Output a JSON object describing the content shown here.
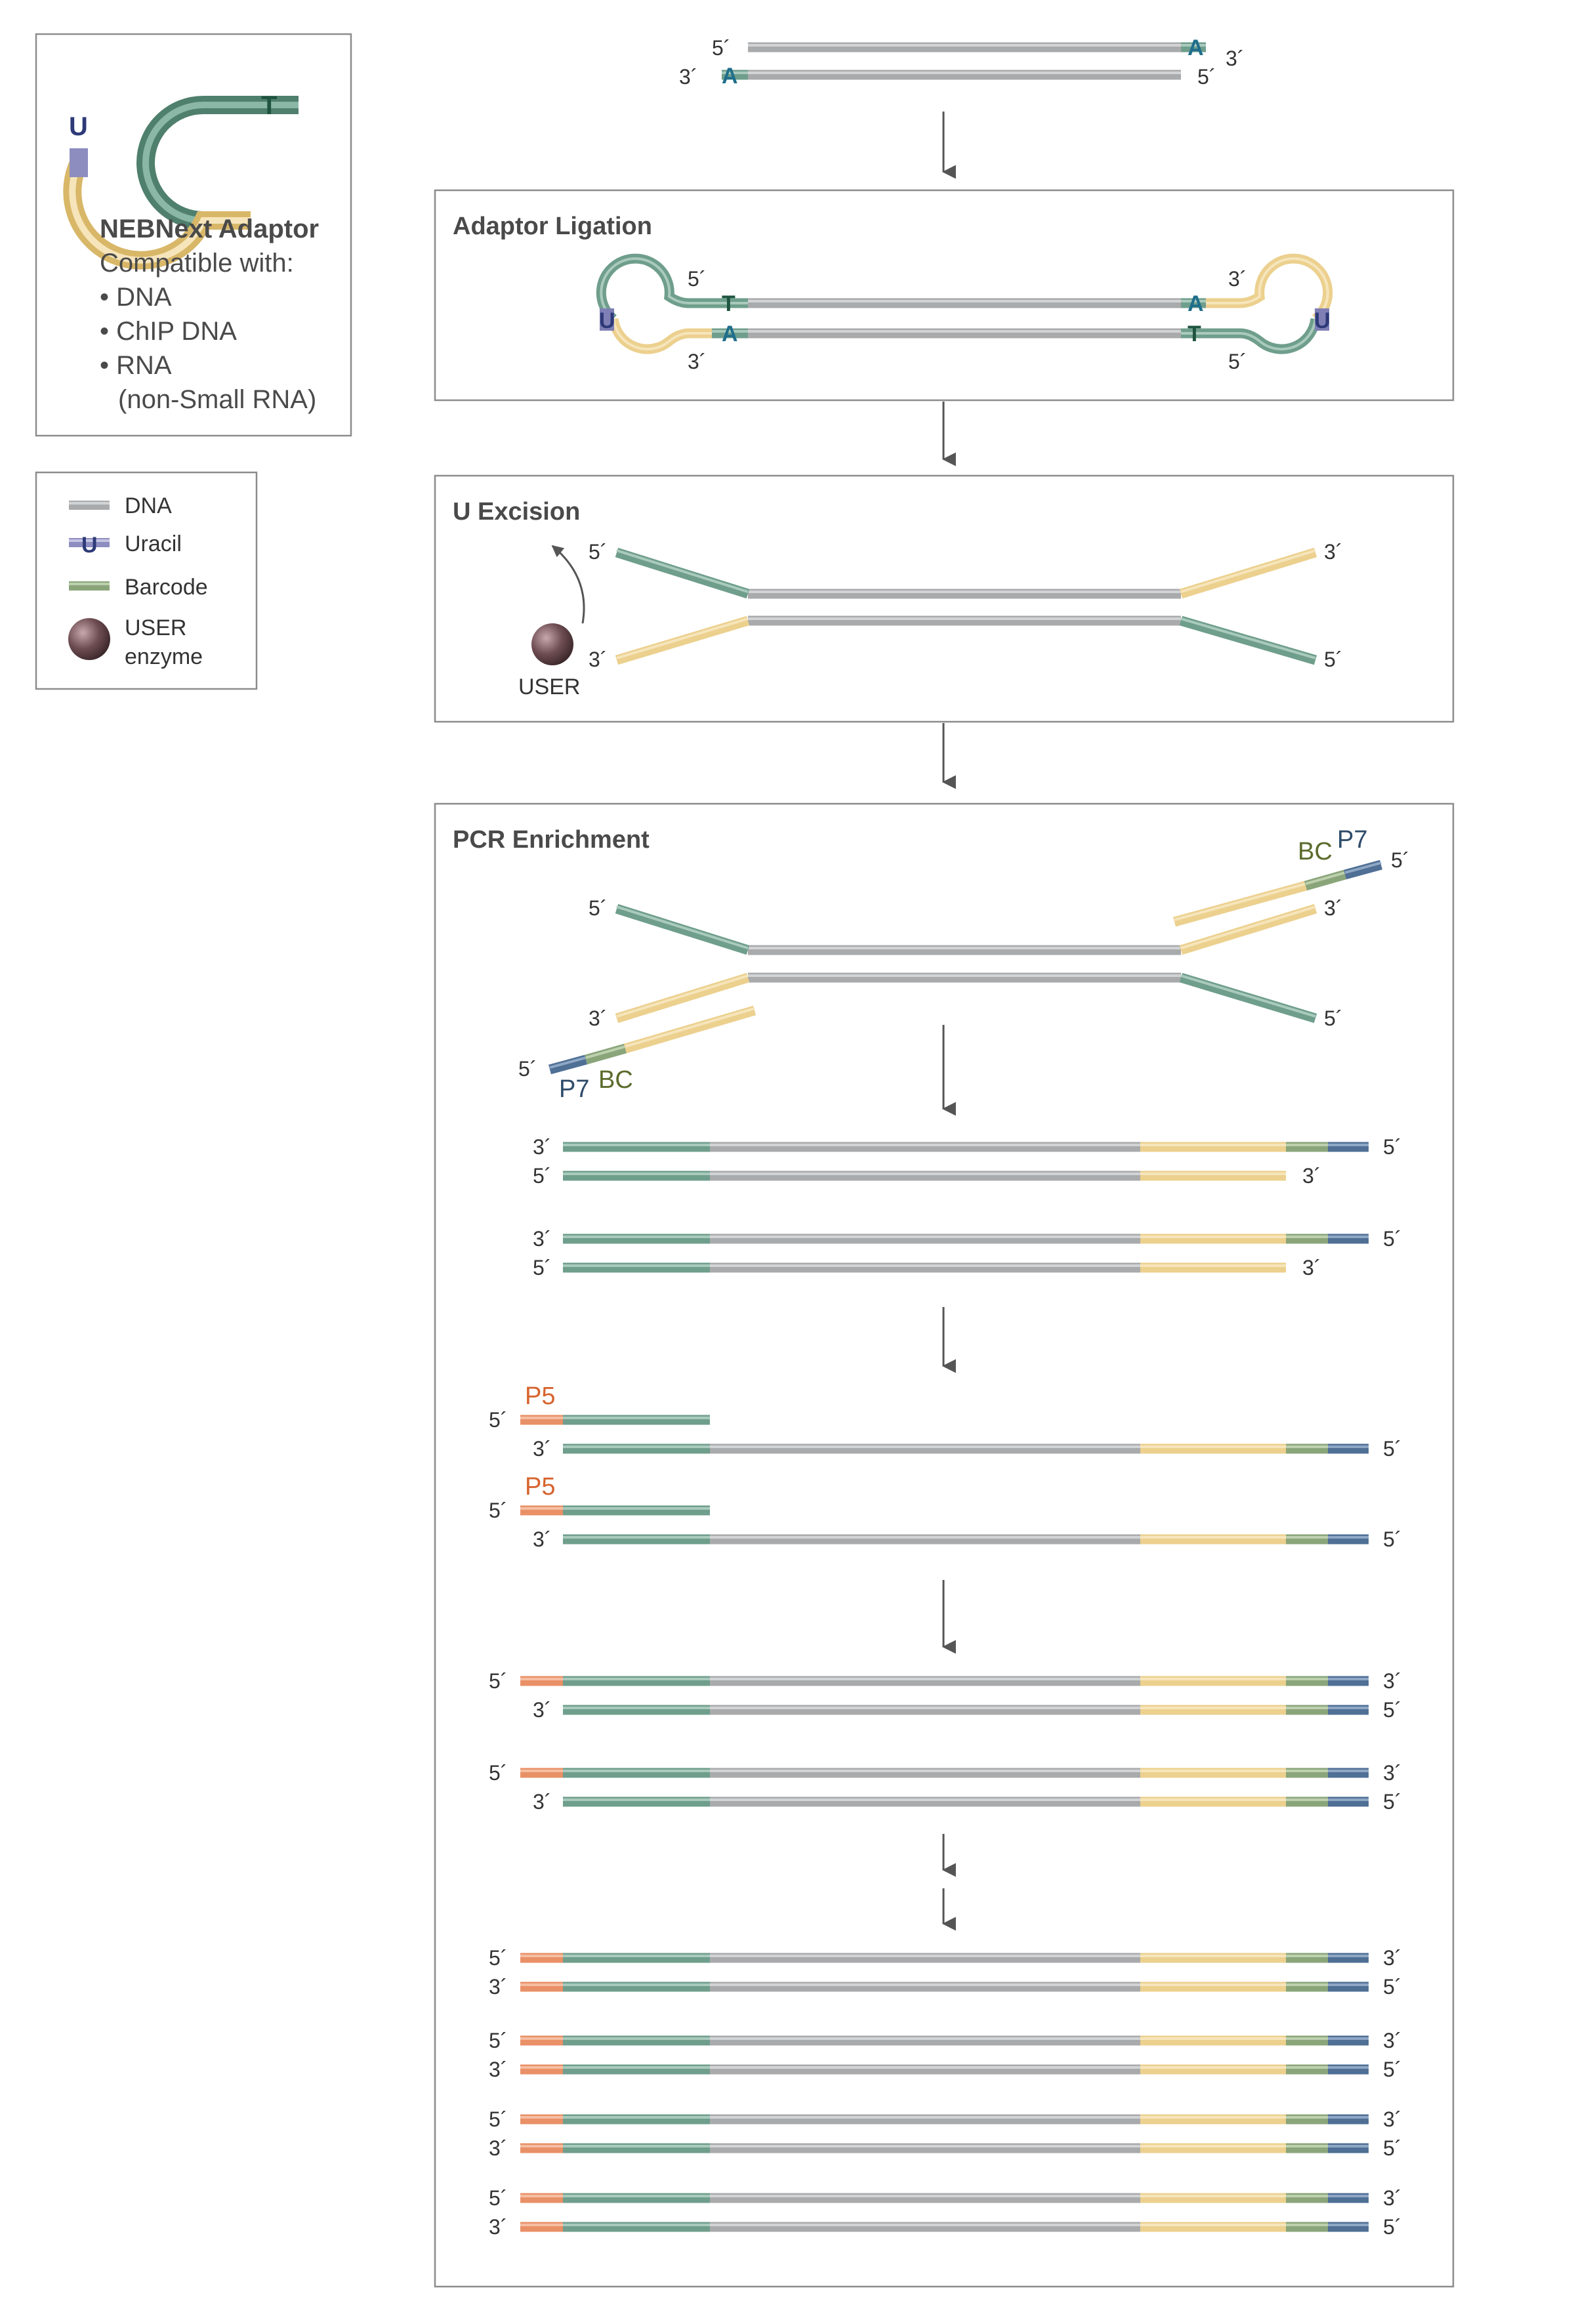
{
  "colors": {
    "dna": "#a9aaab",
    "dna_hl": "#d2d3d4",
    "adaptor": "#6f9e8c",
    "adaptor_hl": "#a9cabd",
    "yellow": "#ecd08e",
    "yellow_hl": "#f6e5bb",
    "barcode": "#8aa57a",
    "barcode_hl": "#bdd0ae",
    "p7": "#4f6f95",
    "p7_hl": "#8ea7c5",
    "p5": "#e99067",
    "p5_hl": "#f5bea2",
    "uracil": "#7f7fb5",
    "uracil_text": "#2e3a78",
    "base_a": "#1f6e8c",
    "base_t": "#1f5540",
    "bc_label": "#5b6b2c",
    "p7_label": "#2e4b6a",
    "p5_label": "#d7642e",
    "arrow": "#555555",
    "user_enzyme": "#6e4d52"
  },
  "adaptor_box": {
    "name": "NEBNext Adaptor",
    "compatible": "Compatible with:",
    "items": [
      "• DNA",
      "• ChIP DNA",
      "• RNA"
    ],
    "note": "(non-Small RNA)",
    "uracil_letter": "U",
    "t_letter": "T"
  },
  "legend": {
    "dna": "DNA",
    "uracil": "Uracil",
    "uracil_letter": "U",
    "barcode": "Barcode",
    "enzyme_line1": "USER",
    "enzyme_line2": "enzyme"
  },
  "ends": {
    "five": "5´",
    "three": "3´"
  },
  "bases": {
    "a": "A",
    "t": "T",
    "u": "U"
  },
  "steps": {
    "ligation": "Adaptor Ligation",
    "excision": "U Excision",
    "pcr": "PCR Enrichment"
  },
  "user_label": "USER",
  "primer_labels": {
    "bc": "BC",
    "p7": "P7",
    "p5": "P5"
  }
}
